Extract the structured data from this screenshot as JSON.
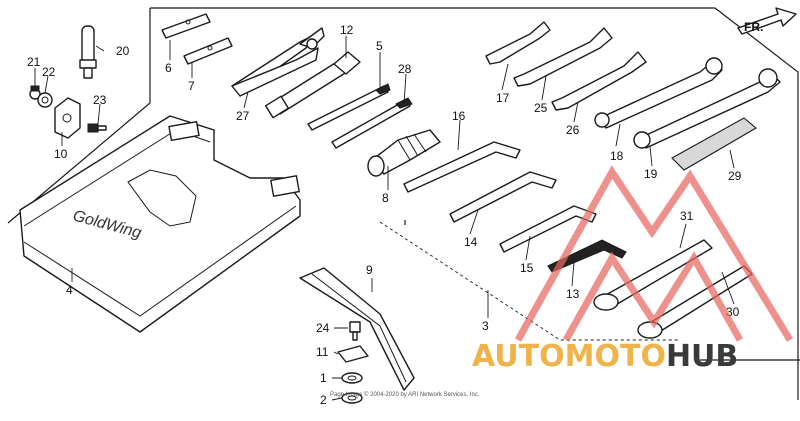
{
  "direction_marker": {
    "label": "FR."
  },
  "callouts": {
    "c1": "1",
    "c2": "2",
    "c3": "3",
    "c4": "4",
    "c5": "5",
    "c6": "6",
    "c7": "7",
    "c8": "8",
    "c9": "9",
    "c10": "10",
    "c11": "11",
    "c12": "12",
    "c13": "13",
    "c14": "14",
    "c15": "15",
    "c16": "16",
    "c17": "17",
    "c18": "18",
    "c19": "19",
    "c20": "20",
    "c21": "21",
    "c22": "22",
    "c23": "23",
    "c24": "24",
    "c25": "25",
    "c26": "26",
    "c27": "27",
    "c28": "28",
    "c29": "29",
    "c30": "30",
    "c31": "31"
  },
  "tool_case_logo": "GoldWing",
  "watermark": {
    "word1": "AUTO",
    "word2": "MOTO",
    "word3": "HUB",
    "color1": "#f0b34a",
    "color2": "#3a3a3a",
    "accent": "#e8655f"
  },
  "copyright": "Page Image © 2004-2020 by ARI Network Services, Inc."
}
